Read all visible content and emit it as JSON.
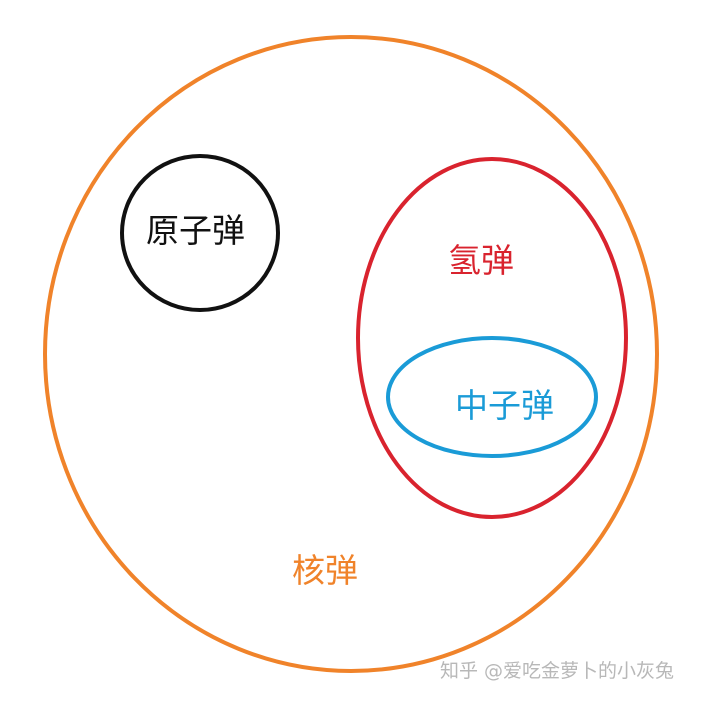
{
  "diagram": {
    "type": "nested-set (Venn/Euler) diagram",
    "sets": [
      {
        "id": "nuclear",
        "label": "核弹",
        "color": "#f0832a",
        "shape": "circle",
        "contains": [
          "atomic",
          "hydrogen"
        ]
      },
      {
        "id": "atomic",
        "label": "原子弹",
        "color": "#111111",
        "shape": "circle",
        "contains": []
      },
      {
        "id": "hydrogen",
        "label": "氢弹",
        "color": "#d9232e",
        "shape": "ellipse",
        "contains": [
          "neutron"
        ]
      },
      {
        "id": "neutron",
        "label": "中子弹",
        "color": "#1a9bd7",
        "shape": "ellipse",
        "contains": []
      }
    ]
  },
  "labels": {
    "atomic": "原子弹",
    "hydrogen": "氢弹",
    "neutron": "中子弹",
    "nuclear": "核弹"
  },
  "watermark": "知乎 @爱吃金萝卜的小灰兔",
  "colors": {
    "nuclear": "#f0832a",
    "atomic": "#111111",
    "hydrogen": "#d9232e",
    "neutron": "#1a9bd7",
    "watermark": "#b8b8b8"
  }
}
